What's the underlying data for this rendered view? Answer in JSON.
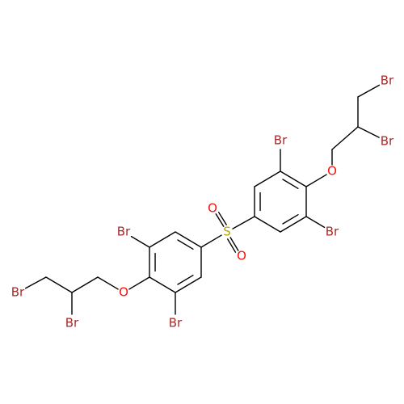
{
  "colors": {
    "background": "#ffffff",
    "bond": "#000000",
    "Br": "#a52a2a",
    "O": "#ff0d0d",
    "S": "#b3a600"
  },
  "atoms": [
    {
      "id": "a1",
      "el": "C"
    },
    {
      "id": "a2",
      "el": "C"
    },
    {
      "id": "a3",
      "el": "C"
    },
    {
      "id": "a4",
      "el": "C"
    },
    {
      "id": "a5",
      "el": "C"
    },
    {
      "id": "a6",
      "el": "C"
    },
    {
      "id": "s1",
      "el": "S",
      "label": "S"
    },
    {
      "id": "o1",
      "el": "O",
      "label": "O"
    },
    {
      "id": "o2",
      "el": "O",
      "label": "O"
    },
    {
      "id": "b1",
      "el": "C"
    },
    {
      "id": "b2",
      "el": "C"
    },
    {
      "id": "b3",
      "el": "C"
    },
    {
      "id": "b4",
      "el": "C"
    },
    {
      "id": "b5",
      "el": "C"
    },
    {
      "id": "b6",
      "el": "C"
    },
    {
      "id": "br1",
      "el": "Br",
      "label": "Br"
    },
    {
      "id": "br2",
      "el": "Br",
      "label": "Br"
    },
    {
      "id": "o3",
      "el": "O",
      "label": "O"
    },
    {
      "id": "c1",
      "el": "C"
    },
    {
      "id": "c2",
      "el": "C"
    },
    {
      "id": "c3",
      "el": "C"
    },
    {
      "id": "br3",
      "el": "Br",
      "label": "Br"
    },
    {
      "id": "br4",
      "el": "Br",
      "label": "Br"
    },
    {
      "id": "br5",
      "el": "Br",
      "label": "Br"
    },
    {
      "id": "br6",
      "el": "Br",
      "label": "Br"
    },
    {
      "id": "o4",
      "el": "O",
      "label": "O"
    },
    {
      "id": "d1",
      "el": "C"
    },
    {
      "id": "d2",
      "el": "C"
    },
    {
      "id": "d3",
      "el": "C"
    },
    {
      "id": "br7",
      "el": "Br",
      "label": "Br"
    },
    {
      "id": "br8",
      "el": "Br",
      "label": "Br"
    }
  ],
  "bonds": [
    {
      "a": "a1",
      "b": "a2",
      "order": 2
    },
    {
      "a": "a2",
      "b": "a3",
      "order": 1
    },
    {
      "a": "a3",
      "b": "a4",
      "order": 2
    },
    {
      "a": "a4",
      "b": "a5",
      "order": 1
    },
    {
      "a": "a5",
      "b": "a6",
      "order": 2
    },
    {
      "a": "a6",
      "b": "a1",
      "order": 1
    },
    {
      "a": "a1",
      "b": "s1",
      "order": 1
    },
    {
      "a": "s1",
      "b": "o1",
      "order": 2
    },
    {
      "a": "s1",
      "b": "o2",
      "order": 2
    },
    {
      "a": "s1",
      "b": "b1",
      "order": 1
    },
    {
      "a": "b1",
      "b": "b2",
      "order": 2
    },
    {
      "a": "b2",
      "b": "b3",
      "order": 1
    },
    {
      "a": "b3",
      "b": "b4",
      "order": 2
    },
    {
      "a": "b4",
      "b": "b5",
      "order": 1
    },
    {
      "a": "b5",
      "b": "b6",
      "order": 2
    },
    {
      "a": "b6",
      "b": "b1",
      "order": 1
    },
    {
      "a": "a3",
      "b": "br1",
      "order": 1
    },
    {
      "a": "a5",
      "b": "br2",
      "order": 1
    },
    {
      "a": "a4",
      "b": "o3",
      "order": 1
    },
    {
      "a": "o3",
      "b": "c1",
      "order": 1
    },
    {
      "a": "c1",
      "b": "c2",
      "order": 1
    },
    {
      "a": "c2",
      "b": "c3",
      "order": 1
    },
    {
      "a": "c2",
      "b": "br3",
      "order": 1
    },
    {
      "a": "c3",
      "b": "br4",
      "order": 1
    },
    {
      "a": "b3",
      "b": "br5",
      "order": 1
    },
    {
      "a": "b5",
      "b": "br6",
      "order": 1
    },
    {
      "a": "b4",
      "b": "o4",
      "order": 1
    },
    {
      "a": "o4",
      "b": "d1",
      "order": 1
    },
    {
      "a": "d1",
      "b": "d2",
      "order": 1
    },
    {
      "a": "d2",
      "b": "d3",
      "order": 1
    },
    {
      "a": "d2",
      "b": "br7",
      "order": 1
    },
    {
      "a": "d3",
      "b": "br8",
      "order": 1
    }
  ]
}
